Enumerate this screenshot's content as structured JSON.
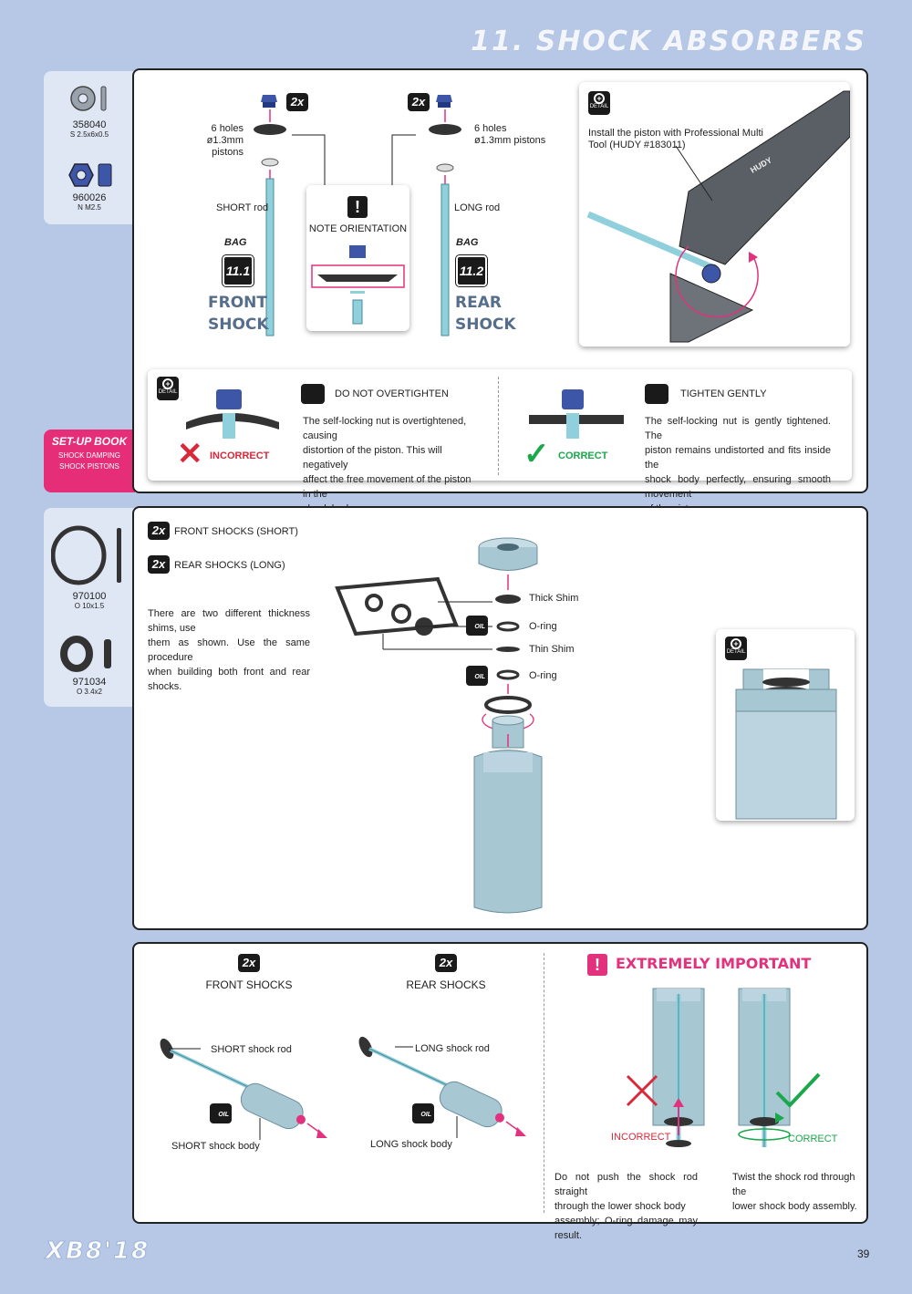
{
  "header": {
    "title": "11. SHOCK ABSORBERS"
  },
  "parts_tab_1": [
    {
      "code": "358040",
      "desc": "S 2.5x6x0.5"
    },
    {
      "code": "960026",
      "desc": "N M2.5"
    }
  ],
  "parts_tab_2": [
    {
      "code": "970100",
      "desc": "O 10x1.5"
    },
    {
      "code": "971034",
      "desc": "O 3.4x2"
    }
  ],
  "setup_book": {
    "title": "SET-UP BOOK",
    "line1": "SHOCK DAMPING",
    "line2": "SHOCK PISTONS"
  },
  "panel1": {
    "left": {
      "qty": "2x",
      "holes_line1": "6 holes",
      "holes_line2": "ø1.3mm pistons",
      "rod": "SHORT rod",
      "bag_label": "BAG",
      "bag": "11.1",
      "name1": "FRONT",
      "name2": "SHOCK"
    },
    "right": {
      "qty": "2x",
      "holes_line1": "6 holes",
      "holes_line2": "ø1.3mm pistons",
      "rod": "LONG rod",
      "bag_label": "BAG",
      "bag": "11.2",
      "name1": "REAR",
      "name2": "SHOCK"
    },
    "note": {
      "mark": "!",
      "text": "NOTE ORIENTATION"
    },
    "tool_card": {
      "detail": "DETAIL",
      "line1": "Install the piston with Professional Multi",
      "line2": "Tool (HUDY #183011)",
      "brand": "HUDY"
    },
    "detail_box": {
      "detail": "DETAIL",
      "incorrect": {
        "label": "INCORRECT",
        "heading": "DO NOT OVERTIGHTEN",
        "lines": [
          "The self-locking nut is overtightened, causing",
          "distortion of the piston. This will negatively",
          "affect the free movement of the piston in the",
          "shock body."
        ]
      },
      "correct": {
        "label": "CORRECT",
        "heading": "TIGHTEN GENTLY",
        "lines": [
          "The self-locking nut is gently tightened. The",
          "piston remains undistorted and fits inside the",
          "shock body perfectly, ensuring smooth movement",
          "of the piston."
        ]
      }
    }
  },
  "panel2": {
    "qty1": "2x",
    "label1": "FRONT SHOCKS (SHORT)",
    "qty2": "2x",
    "label2": "REAR SHOCKS (LONG)",
    "lines": [
      "There are two different thickness shims, use",
      "them as shown. Use the same procedure",
      "when building both front and rear shocks."
    ],
    "callouts": [
      "Thick Shim",
      "O-ring",
      "Thin Shim",
      "O-ring"
    ],
    "oil": "OIL",
    "detail": "DETAIL"
  },
  "panel3": {
    "front": {
      "qty": "2x",
      "title": "FRONT SHOCKS",
      "rod": "SHORT shock rod",
      "body": "SHORT shock body"
    },
    "rear": {
      "qty": "2x",
      "title": "REAR SHOCKS",
      "rod": "LONG shock rod",
      "body": "LONG shock body"
    },
    "oil": "OIL",
    "important": {
      "mark": "!",
      "title": "EXTREMELY IMPORTANT"
    },
    "incorrect": {
      "label": "INCORRECT",
      "lines": [
        "Do not push the shock rod straight",
        "through the lower shock body",
        "assembly; O-ring damage may result."
      ]
    },
    "correct": {
      "label": "CORRECT",
      "lines": [
        "Twist the shock rod through the",
        "lower shock body assembly."
      ]
    }
  },
  "footer": {
    "logo": "XB8'18",
    "page": "39"
  },
  "colors": {
    "page_bg": "#b6c8e6",
    "accent": "#e2317d",
    "part_blue": "#8fd0dc",
    "nut_blue": "#3d56a8"
  }
}
